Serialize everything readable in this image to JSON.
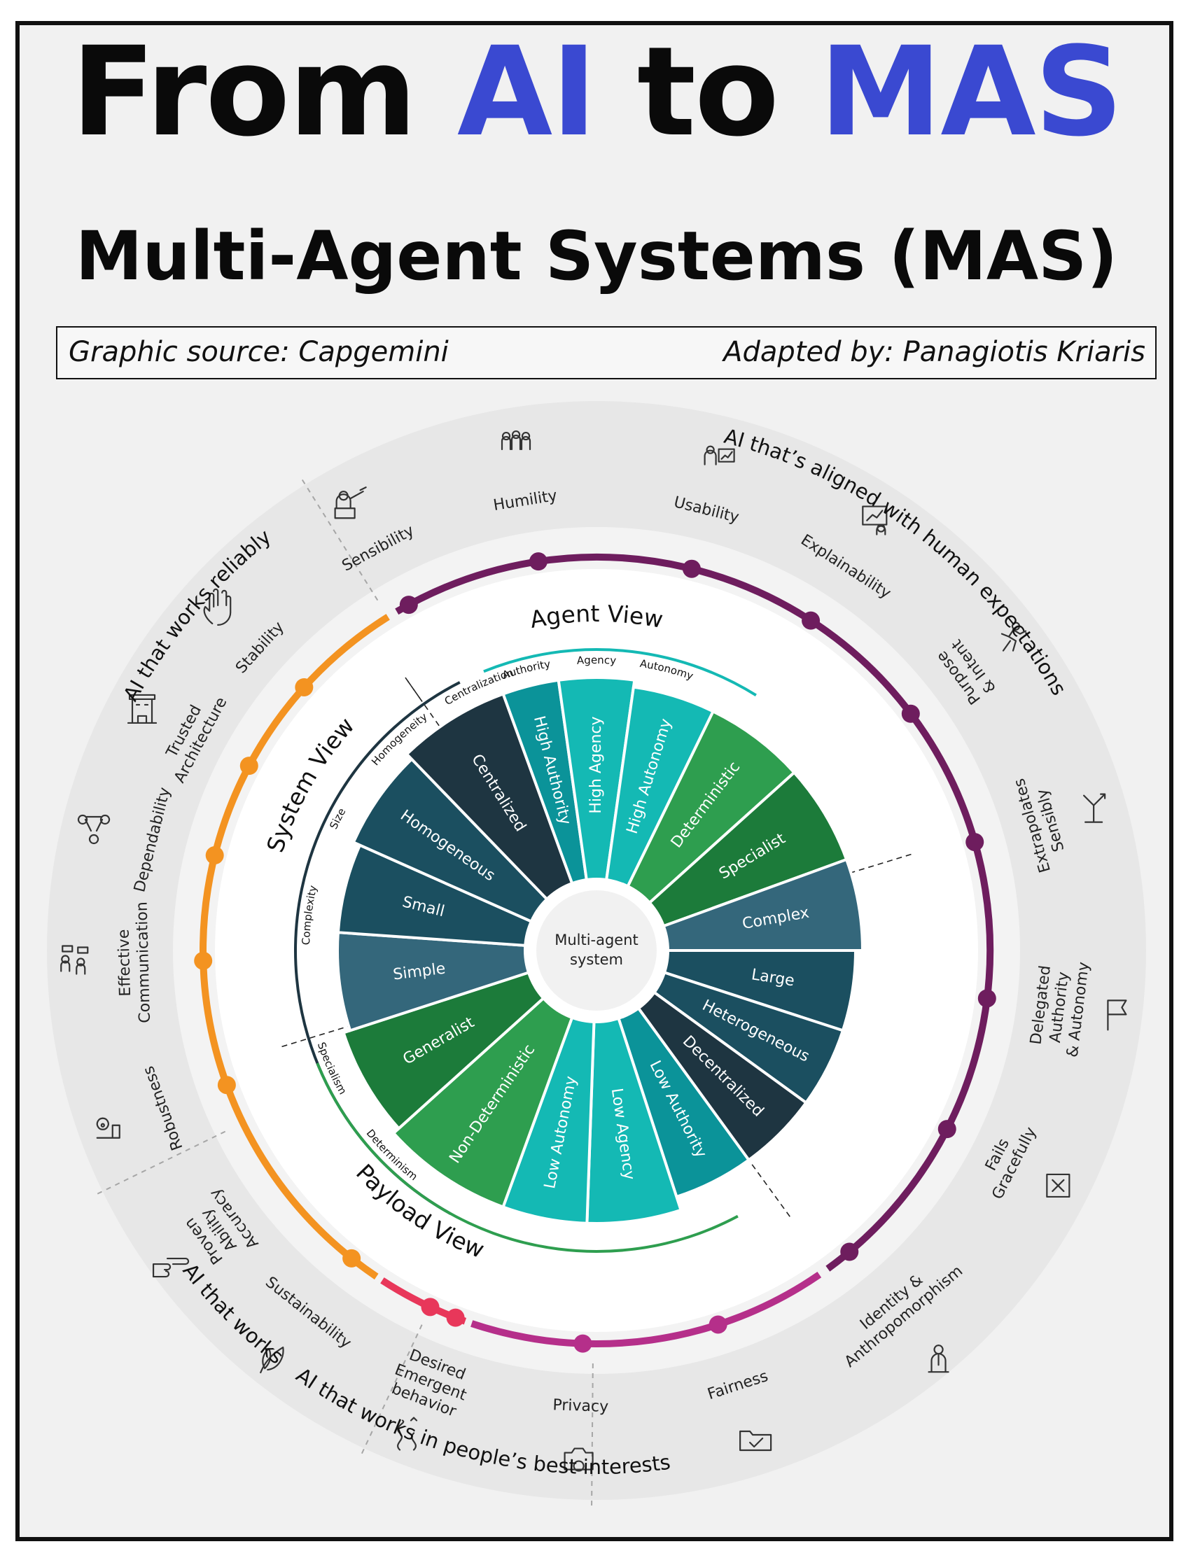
{
  "header": {
    "title_part1": "From ",
    "title_ai": "AI",
    "title_part2": " to ",
    "title_mas": "MAS",
    "subtitle": "Multi-Agent Systems (MAS)",
    "source": "Graphic source: Capgemini",
    "adapted": "Adapted by: Panagiotis Kriaris"
  },
  "colors": {
    "accent_blue": "#3a49d1",
    "reliable_orange": "#f39321",
    "works_red": "#e8375a",
    "interests_magenta": "#b52f8a",
    "expectations_purple": "#6e1d5e",
    "teal_light": "#14b9b4",
    "teal_mid": "#0b9399",
    "green": "#2e9e4f",
    "green_dark": "#1c7b3a",
    "slate": "#34677b",
    "slate_dark": "#1b4f60",
    "navy": "#1e3541"
  },
  "outer": {
    "categories": [
      {
        "id": "expectations",
        "label": "AI that’s aligned with human expectations"
      },
      {
        "id": "reliably",
        "label": "AI that works reliably"
      },
      {
        "id": "works",
        "label": "AI that works"
      },
      {
        "id": "interests",
        "label": "AI that works in people’s best interests"
      }
    ],
    "items": [
      {
        "label": "Sensibility",
        "icon": "presenter-icon"
      },
      {
        "label": "Humility",
        "icon": "team-icon"
      },
      {
        "label": "Usability",
        "icon": "user-chart-icon"
      },
      {
        "label": "Explainability",
        "icon": "whiteboard-icon"
      },
      {
        "label": "Purpose & Intent",
        "icon": "running-person-icon"
      },
      {
        "label": "Extrapolates Sensibly",
        "icon": "branching-arrow-icon"
      },
      {
        "label": "Delegated Authority & Autonomy",
        "icon": "flag-icon"
      },
      {
        "label": "Fails Gracefully",
        "icon": "error-box-icon"
      },
      {
        "label": "Identity & Anthropomorphism",
        "icon": "person-icon"
      },
      {
        "label": "Fairness",
        "icon": "check-folder-icon"
      },
      {
        "label": "Privacy",
        "icon": "camera-icon"
      },
      {
        "label": "Desired Emergent behavior",
        "icon": "squiggle-arrow-icon"
      },
      {
        "label": "Sustainability",
        "icon": "leaf-icon"
      },
      {
        "label": "Proven Ability Accuracy",
        "icon": "pointing-hand-icon"
      },
      {
        "label": "Robustness",
        "icon": "gear-person-icon"
      },
      {
        "label": "Effective Communication",
        "icon": "people-chat-icon"
      },
      {
        "label": "Dependability",
        "icon": "network-icon"
      },
      {
        "label": "Trusted Architecture",
        "icon": "building-icon"
      },
      {
        "label": "Stability",
        "icon": "hand-icon"
      }
    ]
  },
  "views": {
    "agent": "Agent View",
    "system": "System View",
    "payload": "Payload View"
  },
  "dimensions": {
    "authority": "Authority",
    "agency": "Agency",
    "autonomy": "Autonomy",
    "centralization": "Centralization",
    "homogeneity": "Homogeneity",
    "size": "Size",
    "complexity": "Complexity",
    "specialism": "Specialism",
    "determinism": "Determinism"
  },
  "wedges": [
    {
      "label": "High Authority"
    },
    {
      "label": "High Agency"
    },
    {
      "label": "High Autonomy"
    },
    {
      "label": "Deterministic"
    },
    {
      "label": "Specialist"
    },
    {
      "label": "Complex"
    },
    {
      "label": "Large"
    },
    {
      "label": "Heterogeneous"
    },
    {
      "label": "Decentralized"
    },
    {
      "label": "Low Authority"
    },
    {
      "label": "Low Agency"
    },
    {
      "label": "Low Autonomy"
    },
    {
      "label": "Non-Deterministic"
    },
    {
      "label": "Generalist"
    },
    {
      "label": "Simple"
    },
    {
      "label": "Small"
    },
    {
      "label": "Homogeneous"
    },
    {
      "label": "Centralized"
    }
  ],
  "center": {
    "line1": "Multi-agent",
    "line2": "system"
  }
}
